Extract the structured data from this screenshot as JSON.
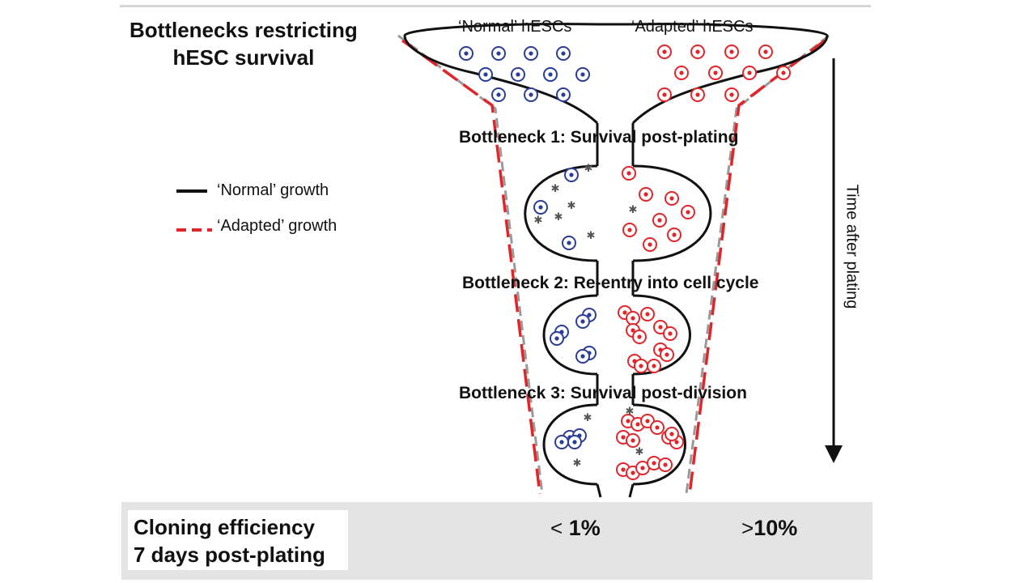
{
  "title": {
    "line1": "Bottlenecks restricting",
    "line2": "hESC survival"
  },
  "legend": {
    "normal": "‘Normal’ growth",
    "adapted": "‘Adapted’ growth"
  },
  "headers": {
    "normal": "‘Normal’ hESCs",
    "adapted": "‘Adapted’ hESCs"
  },
  "bottlenecks": [
    "Bottleneck 1: Survival post-plating",
    "Bottleneck 2: Re-entry into cell cycle",
    "Bottleneck 3: Survival post-division"
  ],
  "time_axis": "Time after plating",
  "footer": {
    "line1": "Cloning efficiency",
    "line2": "7 days post-plating"
  },
  "efficiency": {
    "normal_op": "<",
    "normal_value": "1%",
    "adapted_op": ">",
    "adapted_value": "10%"
  },
  "colors": {
    "normal": "#2b3d96",
    "adapted": "#e0262b",
    "dead": "#555555",
    "footer_bg": "#e4e4e4"
  }
}
